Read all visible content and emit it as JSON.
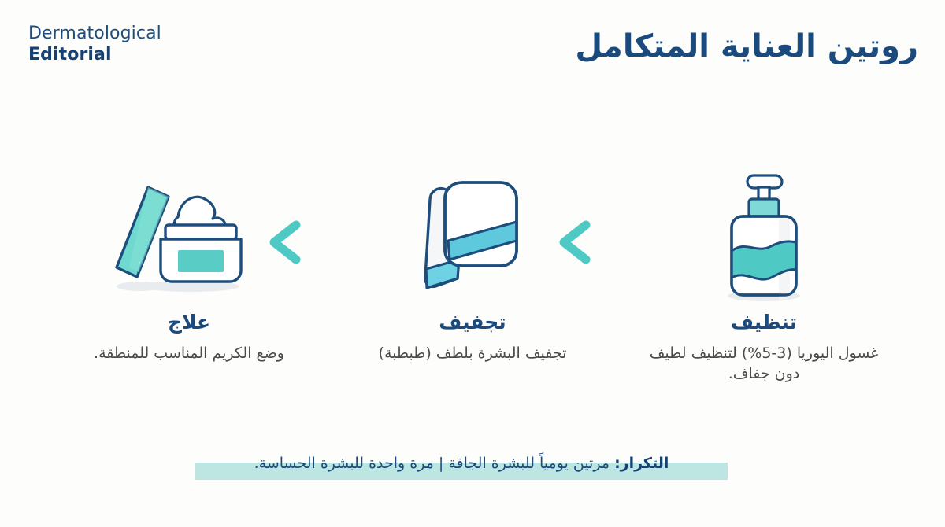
{
  "page": {
    "background_color": "#fdfdfc",
    "accent_navy": "#1b4a7c",
    "accent_teal": "#4fc9c4",
    "highlight_mint": "#bde5e1"
  },
  "brand": {
    "line1": "Dermatological",
    "line2": "Editorial"
  },
  "header": {
    "title": "روتين العناية المتكامل"
  },
  "flow": {
    "direction": "right-to-left",
    "arrows": [
      {
        "name": "arrow-cleanse-to-dry",
        "glyph": "arrow-left-icon",
        "color": "#4fc9c4"
      },
      {
        "name": "arrow-dry-to-treat",
        "glyph": "arrow-left-icon",
        "color": "#4fc9c4"
      }
    ],
    "steps": [
      {
        "id": "cleanse",
        "icon": "pump-bottle-icon",
        "heading": "تنظيف",
        "description": "غسول اليوريا (3-5%) لتنظيف لطيف دون جفاف."
      },
      {
        "id": "dry",
        "icon": "folded-towel-icon",
        "heading": "تجفيف",
        "description": "تجفيف البشرة بلطف (طبطبة)"
      },
      {
        "id": "treat",
        "icon": "cream-jar-icon",
        "heading": "علاج",
        "description": "وضع الكريم المناسب للمنطقة."
      }
    ]
  },
  "frequency": {
    "label": "التكرار:",
    "body": "مرتين يومياً للبشرة الجافة | مرة واحدة للبشرة الحساسة."
  }
}
